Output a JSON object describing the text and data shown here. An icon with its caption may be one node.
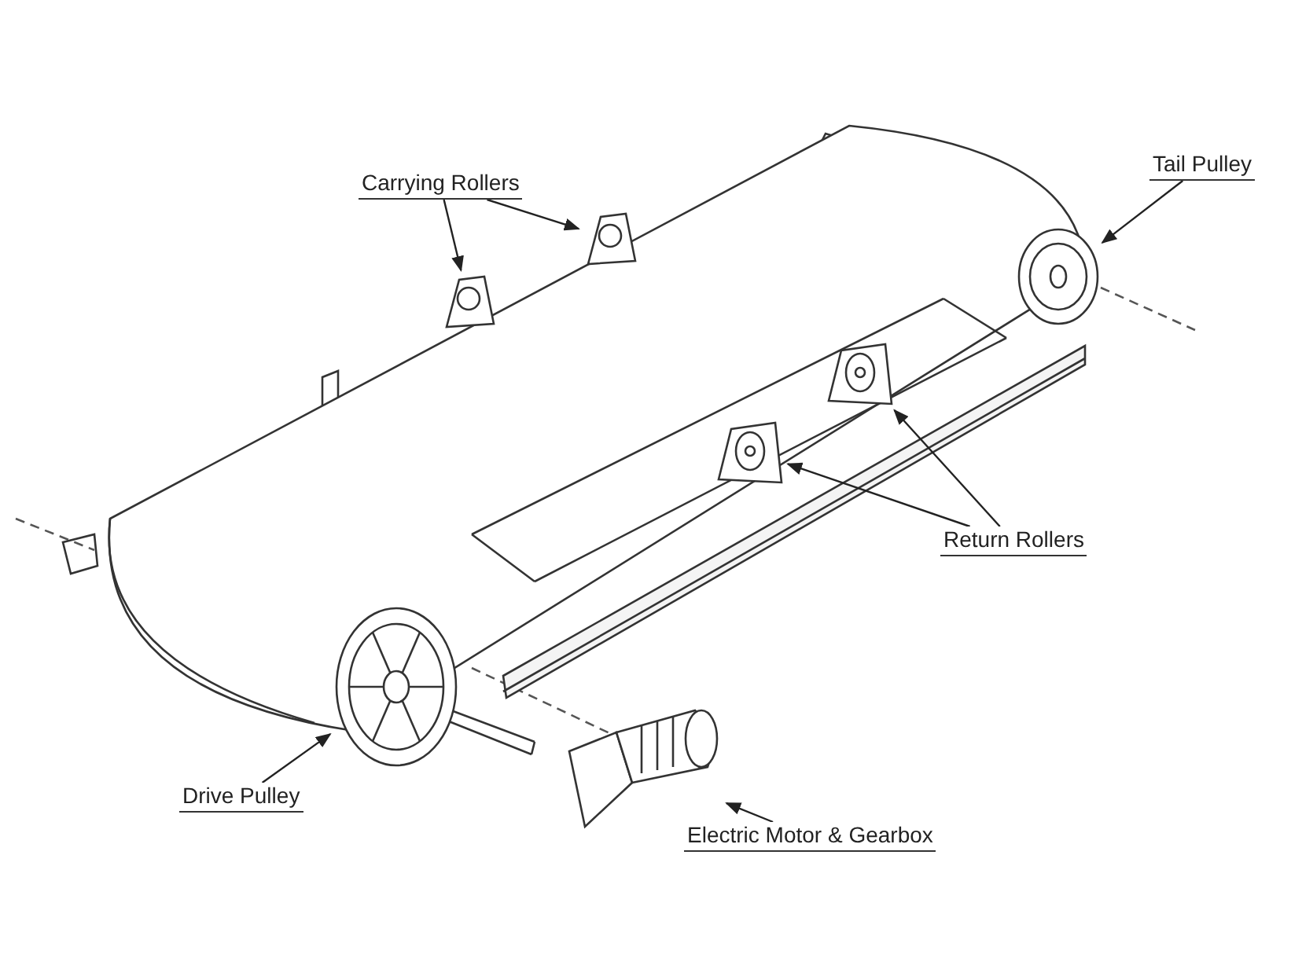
{
  "diagram": {
    "nodes": [
      {
        "text": [
          "Carrying Rollers"
        ]
      },
      {
        "text": [],
        "shape": "picture"
      },
      {
        "text": [],
        "shape": "picture"
      },
      {
        "text": [
          "Tail Pulley"
        ]
      },
      {
        "text": [],
        "shape": "picture"
      },
      {
        "text": [
          "Return Rollers"
        ]
      },
      {
        "text": [],
        "shape": "picture"
      },
      {
        "text": [],
        "shape": "picture"
      },
      {
        "text": [
          "Drive Pulley"
        ]
      },
      {
        "text": [],
        "shape": "picture"
      },
      {
        "text": [
          "Electric Motor & Gearbox"
        ]
      },
      {
        "text": [],
        "shape": "picture"
      }
    ],
    "edges": [
      {
        "from": 0,
        "to": 1,
        "arrow": "to"
      },
      {
        "from": 0,
        "to": 2,
        "arrow": "to"
      },
      {
        "from": 3,
        "to": 4,
        "arrow": "to"
      },
      {
        "from": 5,
        "to": 6,
        "arrow": "to"
      },
      {
        "from": 5,
        "to": 7,
        "arrow": "to"
      },
      {
        "from": 8,
        "to": 9,
        "arrow": "to"
      },
      {
        "from": 10,
        "to": 11,
        "arrow": "to"
      }
    ]
  }
}
